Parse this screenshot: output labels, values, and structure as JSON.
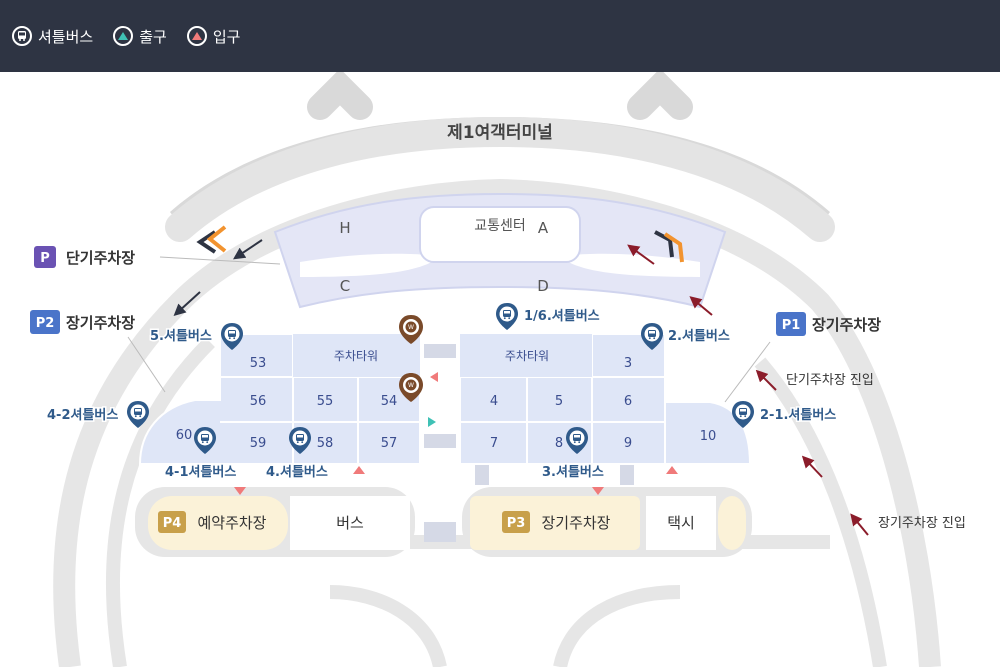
{
  "legend": {
    "shuttle": "셔틀버스",
    "exit": "출구",
    "entrance": "입구"
  },
  "terminal": {
    "title": "제1여객터미널"
  },
  "transport_center": {
    "title": "교통센터",
    "zones": {
      "h": "H",
      "a": "A",
      "c": "C",
      "d": "D"
    }
  },
  "areas": {
    "short_term": {
      "badge": "P",
      "label": "단기주차장"
    },
    "p1": {
      "badge": "P1",
      "label": "장기주차장"
    },
    "p2": {
      "badge": "P2",
      "label": "장기주차장"
    },
    "p3": {
      "badge": "P3",
      "label": "장기주차장"
    },
    "p4": {
      "badge": "P4",
      "label": "예약주차장"
    },
    "bus": "버스",
    "taxi": "택시"
  },
  "parking_towers": {
    "left": "주차타워",
    "right": "주차타워"
  },
  "lots_left": {
    "r53": "53",
    "r56": "56",
    "r55": "55",
    "r54": "54",
    "r60": "60",
    "r59": "59",
    "r58": "58",
    "r57": "57"
  },
  "lots_right": {
    "r3": "3",
    "r4": "4",
    "r5": "5",
    "r6": "6",
    "r7": "7",
    "r8": "8",
    "r9": "9",
    "r10": "10"
  },
  "shuttle_stops": {
    "s16": "1/6.셔틀버스",
    "s2": "2.셔틀버스",
    "s21": "2-1.셔틀버스",
    "s3": "3.셔틀버스",
    "s4": "4.셔틀버스",
    "s41": "4-1셔틀버스",
    "s42": "4-2셔틀버스",
    "s5": "5.셔틀버스"
  },
  "road_labels": {
    "short_entry": "단기주차장 진입",
    "long_entry": "장기주차장 진입"
  },
  "colors": {
    "topbar": "#2e3443",
    "lot_fill": "#dfe6f7",
    "lot_text": "#3a4d8f",
    "terminal_fill": "#e8eaf6",
    "road": "#e6e6e6",
    "badge_purple": "#6a52b3",
    "badge_blue": "#4a74c9",
    "badge_gold": "#c8a04a",
    "bus_fill": "#fbf2d8",
    "shuttle_pin": "#2f5a8a",
    "tower_pin": "#7a4a2a",
    "arrow_red": "#8b1c2a"
  }
}
